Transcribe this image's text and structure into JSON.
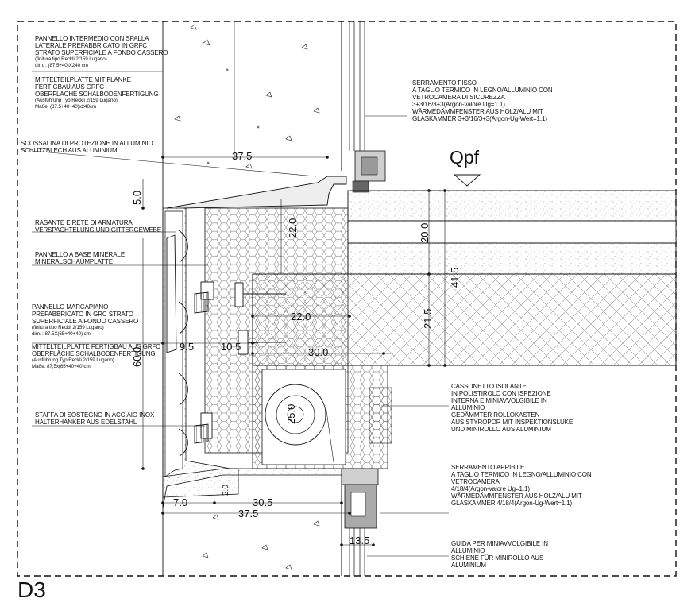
{
  "title": "D3",
  "section_marker": "Qpf",
  "labels": {
    "pannello_intermedio": {
      "lines": [
        "PANNELLO  INTERMEDIO CON SPALLA",
        "LATERALE PREFABBRICATO IN GRFC",
        "STRATO SUPERFICIALE A FONDO CASSERO"
      ],
      "small": [
        "(finitura tipo Reckli 2/159 Lugano)",
        "dim. : (87.5+40)X240 cm"
      ]
    },
    "mittelteilplatte_flanke": {
      "lines": [
        "MITTELTEILPLATTE MIT FLANKE",
        "FERTIGBAU AUS GRFC",
        "OBERFLÄCHE SCHALBODENFERTIGUNG"
      ],
      "small": [
        "(Ausführung Typ Reckli 2/159 Lugano)",
        "Maße: (87.5+40+40)x240cm"
      ]
    },
    "scossalina": {
      "lines": [
        "SCOSSALINA DI PROTEZIONE IN ALLUMINIO",
        "SCHUTZBLECH AUS ALUMINIUM"
      ]
    },
    "rasante": {
      "lines": [
        "RASANTE E RETE DI ARMATURA",
        "VERSPACHTELUNG UND GITTERGEWEBE"
      ]
    },
    "pannello_minerale": {
      "lines": [
        "PANNELLO A BASE MINERALE",
        "MINERALSCHAUMPLATTE"
      ]
    },
    "pannello_marcapiano": {
      "lines": [
        "PANNELLO MARCAPIANO",
        "PREFABBRICATO IN GRC STRATO",
        "SUPERFICIALE A FONDO CASSERO"
      ],
      "small": [
        "(finitura tipo Reckli 2/159 Lugano)",
        "dim. : 87.5X(65+40+40) cm"
      ]
    },
    "mittelteilplatte_fertigbau": {
      "lines": [
        "MITTELTEILPLATTE FERTIGBAU AUS GRFC",
        "OBERFLÄCHE SCHALBODENFERTIGUNG"
      ],
      "small": [
        "(Ausführung Typ Reckli 2/159 Lugano)",
        "Maße: 87,5x(65+40+40)cm"
      ]
    },
    "staffa": {
      "lines": [
        "STAFFA DI SOSTEGNO IN ACCIAIO INOX",
        "HALTERHANKER AUS EDELSTAHL"
      ]
    },
    "serramento_fisso": {
      "lines": [
        "SERRAMENTO FISSO",
        "A TAGLIO TERMICO IN LEGNO/ALLUMINIO CON",
        "VETROCAMERA DI SICUREZZA",
        "3+3/16/3+3(Argon-valore Ug=1.1)",
        "WÄRMEDÄMMFENSTER AUS HOLZ/ALU MIT",
        "GLASKAMMER 3+3/16/3+3(Argon-Ug-Wert=1.1)"
      ]
    },
    "cassonetto": {
      "lines": [
        "CASSONETTO ISOLANTE",
        "IN POLISTIROLO CON ISPEZIONE",
        "INTERNA E MINIAVVOLGIBILE IN",
        "ALLUMINIO",
        "GEDÄMMTER ROLLOKASTEN",
        "AUS STYROPOR MIT INSPEKTIONSLUKE",
        "UND MINIROLLO AUS ALUMINIUM"
      ]
    },
    "serramento_apribile": {
      "lines": [
        "SERRAMENTO APRIBILE",
        "A TAGLIO TERMICO IN LEGNO/ALLUMINIO CON",
        "VETROCAMERA",
        "4/18/4(Argon-valore Ug=1.1)",
        "WÄRMEDÄMMFENSTER AUS HOLZ/ALU MIT",
        "GLASKAMMER 4/18/4(Argon-Ug-Wert=1.1)"
      ]
    },
    "guida": {
      "lines": [
        "GUIDA PER MINIAVVOLGIBILE IN",
        "ALLUMINIO",
        "SCHIENE FÜR MINIROLLO AUS",
        "ALUMINIUM"
      ]
    }
  },
  "dimensions": {
    "d_37_5_top": "37.5",
    "d_5_0": "5.0",
    "d_22_0_v": "22.0",
    "d_20_0": "20.0",
    "d_41_5": "41.5",
    "d_21_5": "21.5",
    "d_22_0_h": "22.0",
    "d_9_5": "9.5",
    "d_10_5": "10.5",
    "d_30_0": "30.0",
    "d_60_0": "60.0",
    "d_25_0": "25.0",
    "d_7_0": "7.0",
    "d_2_0": "2.0",
    "d_30_5": "30.5",
    "d_37_5_bot": "37.5",
    "d_13_5": "13.5"
  }
}
